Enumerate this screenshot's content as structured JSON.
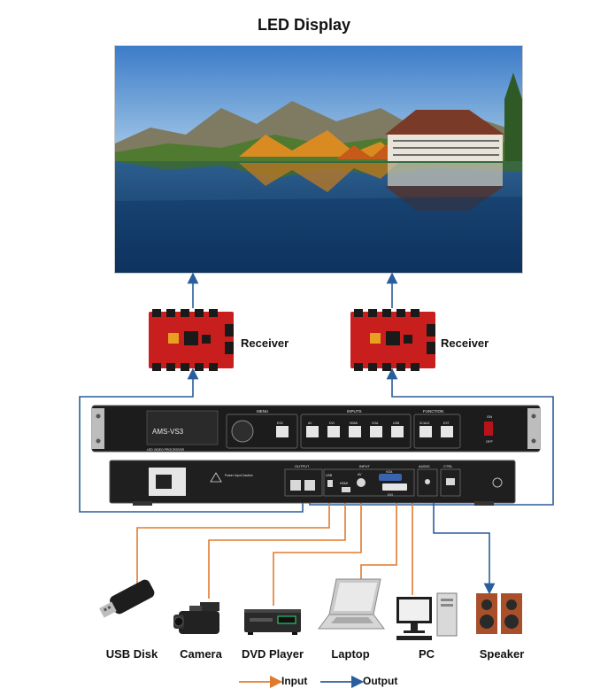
{
  "title": "LED Display",
  "receivers": [
    {
      "label": "Receiver"
    },
    {
      "label": "Receiver"
    }
  ],
  "front_panel": {
    "model": "AMS-VS3",
    "subtitle": "LED VIDEO PROCESSOR",
    "menu_label": "MENU",
    "inputs_label": "INPUTS",
    "function_label": "FUNCTION",
    "on_label": "ON",
    "off_label": "OFF",
    "menu_button": "ESC",
    "input_buttons": [
      "AV",
      "DVI",
      "HDMI",
      "VGA",
      "USB"
    ],
    "function_buttons": [
      "SCALE",
      "EXT"
    ]
  },
  "rear_panel": {
    "output_label": "OUTPUT",
    "input_label": "INPUT",
    "audio_label": "AUDIO",
    "ctrl_label": "CTRL",
    "port_labels": [
      "USB",
      "HDMI",
      "AV",
      "VGA",
      "DVI"
    ],
    "warning": "Power Input Caution"
  },
  "devices": [
    {
      "label": "USB Disk",
      "icon": "usb-disk-icon"
    },
    {
      "label": "Camera",
      "icon": "camera-icon"
    },
    {
      "label": "DVD Player",
      "icon": "dvd-player-icon"
    },
    {
      "label": "Laptop",
      "icon": "laptop-icon"
    },
    {
      "label": "PC",
      "icon": "pc-icon"
    },
    {
      "label": "Speaker",
      "icon": "speaker-icon"
    }
  ],
  "legend": {
    "input_label": "Input",
    "output_label": "Output"
  },
  "colors": {
    "input_line": "#e07b2e",
    "output_line": "#2a5d9b",
    "panel": "#1c1c1c",
    "receiver_board": "#c81e1e"
  }
}
